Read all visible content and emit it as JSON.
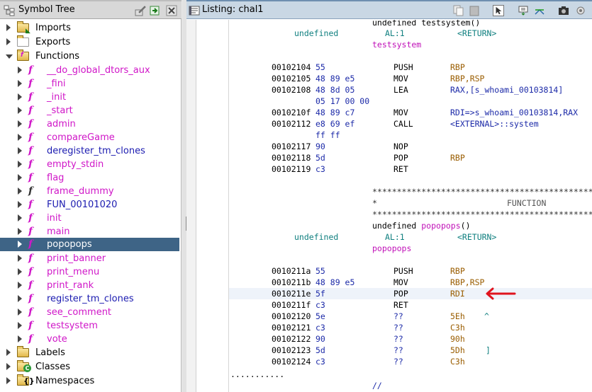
{
  "symbol_tree": {
    "title": "Symbol Tree",
    "top_nodes": [
      {
        "label": "Imports",
        "expanded": false
      },
      {
        "label": "Exports",
        "expanded": false
      },
      {
        "label": "Functions",
        "expanded": true
      }
    ],
    "functions": [
      {
        "label": "__do_global_dtors_aux",
        "external": false
      },
      {
        "label": "_fini",
        "external": false
      },
      {
        "label": "_init",
        "external": false
      },
      {
        "label": "_start",
        "external": false
      },
      {
        "label": "admin",
        "external": false
      },
      {
        "label": "compareGame",
        "external": false
      },
      {
        "label": "deregister_tm_clones",
        "external": true
      },
      {
        "label": "empty_stdin",
        "external": false
      },
      {
        "label": "flag",
        "external": false
      },
      {
        "label": "frame_dummy",
        "external": false
      },
      {
        "label": "FUN_00101020",
        "external": true
      },
      {
        "label": "init",
        "external": false
      },
      {
        "label": "main",
        "external": false
      },
      {
        "label": "popopops",
        "external": false,
        "selected": true
      },
      {
        "label": "print_banner",
        "external": false
      },
      {
        "label": "print_menu",
        "external": false
      },
      {
        "label": "print_rank",
        "external": false
      },
      {
        "label": "register_tm_clones",
        "external": true
      },
      {
        "label": "see_comment",
        "external": false
      },
      {
        "label": "testsystem",
        "external": false
      },
      {
        "label": "vote",
        "external": false
      }
    ],
    "bottom_nodes": [
      {
        "label": "Labels"
      },
      {
        "label": "Classes"
      },
      {
        "label": "Namespaces"
      }
    ]
  },
  "listing": {
    "title": "Listing:  chal1",
    "lines": {
      "l0": "undefined testsystem()",
      "l1a": "undefined",
      "l1b": "AL:1",
      "l1c": "<RETURN>",
      "l2": "testsystem",
      "r1": [
        "00102104",
        "55",
        "PUSH",
        "RBP"
      ],
      "r2": [
        "00102105",
        "48 89 e5",
        "MOV",
        "RBP,RSP"
      ],
      "r3": [
        "00102108",
        "48 8d 05",
        "LEA",
        "RAX,[s_whoami_00103814]"
      ],
      "r3b": "05 17 00 00",
      "r4": [
        "0010210f",
        "48 89 c7",
        "MOV",
        "RDI=>s_whoami_00103814,RAX"
      ],
      "r5": [
        "00102112",
        "e8 69 ef",
        "CALL",
        "<EXTERNAL>::system"
      ],
      "r5b": "ff ff",
      "r6": [
        "00102117",
        "90",
        "NOP",
        ""
      ],
      "r7": [
        "00102118",
        "5d",
        "POP",
        "RBP"
      ],
      "r8": [
        "00102119",
        "c3",
        "RET",
        ""
      ],
      "stars": "**************************************************************",
      "star_func_a": "*",
      "star_func_b": "FUNCTION",
      "sig_a": "undefined ",
      "sig_b": "popopops",
      "sig_c": "()",
      "p1a": "undefined",
      "p1b": "AL:1",
      "p1c": "<RETURN>",
      "p2": "popopops",
      "q1": [
        "0010211a",
        "55",
        "PUSH",
        "RBP"
      ],
      "q2": [
        "0010211b",
        "48 89 e5",
        "MOV",
        "RBP,RSP"
      ],
      "q3": [
        "0010211e",
        "5f",
        "POP",
        "RDI"
      ],
      "q4": [
        "0010211f",
        "c3",
        "RET",
        ""
      ],
      "q5": [
        "00102120",
        "5e",
        "??",
        "5Eh",
        "^"
      ],
      "q6": [
        "00102121",
        "c3",
        "??",
        "C3h",
        ""
      ],
      "q7": [
        "00102122",
        "90",
        "??",
        "90h",
        ""
      ],
      "q8": [
        "00102123",
        "5d",
        "??",
        "5Dh",
        "]"
      ],
      "q9": [
        "00102124",
        "c3",
        "??",
        "C3h",
        ""
      ],
      "dots": "...........",
      "comment": "//"
    }
  },
  "colors": {
    "function_magenta": "#d016c8",
    "external_blue": "#1b1bb0",
    "selection": "#3e6486",
    "annotation_red": "#e0141e"
  }
}
